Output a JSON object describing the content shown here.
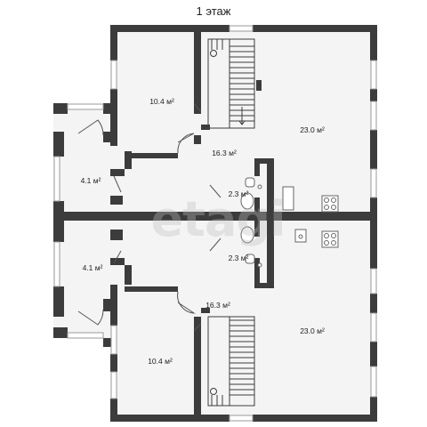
{
  "floor_title": "1 этаж",
  "watermark": "etagi",
  "rooms": [
    {
      "id": "upper-bedroom",
      "label": "10.4 м²"
    },
    {
      "id": "upper-hall",
      "label": "16.3 м²"
    },
    {
      "id": "upper-living",
      "label": "23.0 м²"
    },
    {
      "id": "upper-bath",
      "label": "2.3 м²"
    },
    {
      "id": "upper-entry",
      "label": "4.1 м²"
    },
    {
      "id": "lower-entry",
      "label": "4.1 м²"
    },
    {
      "id": "lower-bath",
      "label": "2.3 м²"
    },
    {
      "id": "lower-hall",
      "label": "16.3 м²"
    },
    {
      "id": "lower-living",
      "label": "23.0 м²"
    },
    {
      "id": "lower-bedroom",
      "label": "10.4 м²"
    }
  ],
  "colors": {
    "wall": "#3c3c3c",
    "floor": "#f4f4f4",
    "window": "#ffffff",
    "accent": "#bdbdbd"
  }
}
